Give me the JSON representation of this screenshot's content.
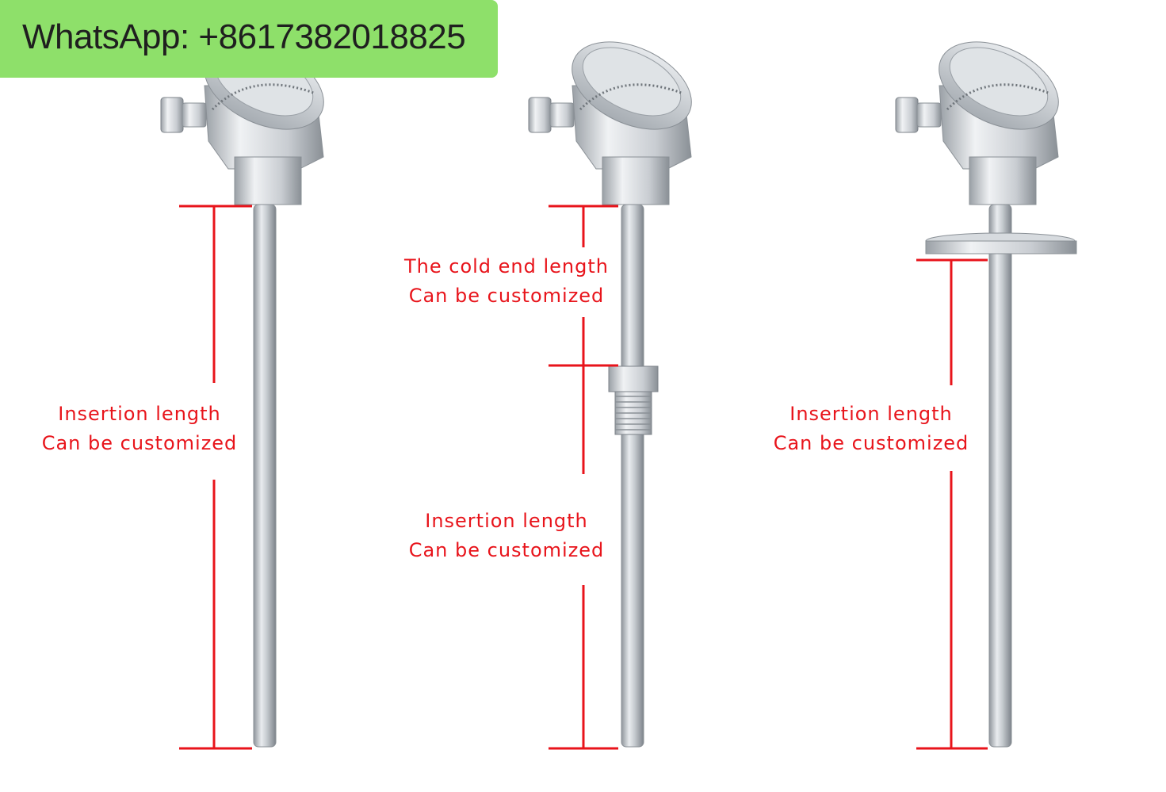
{
  "banner": {
    "text": "WhatsApp: +8617382018825",
    "color": "#8ee06a"
  },
  "annotations": {
    "color": "#e8141b",
    "left_probe": {
      "insertion_line1": "Insertion length",
      "insertion_line2": "Can be customized"
    },
    "middle_probe": {
      "cold_end_line1": "The cold end length",
      "cold_end_line2": "Can be customized",
      "insertion_line1": "Insertion length",
      "insertion_line2": "Can be customized"
    },
    "right_probe": {
      "insertion_line1": "Insertion length",
      "insertion_line2": "Can be customized"
    }
  }
}
